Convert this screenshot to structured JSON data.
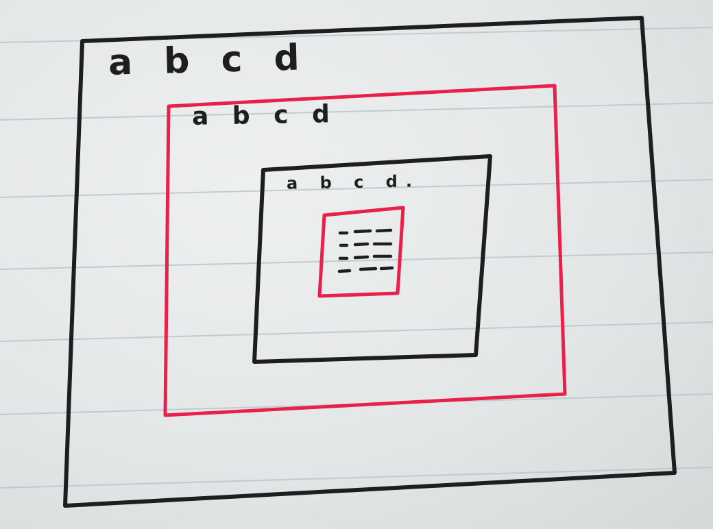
{
  "diagram": {
    "description": "hand-drawn nested boxes on ruled notebook paper",
    "colors": {
      "paper": "#e3e6e6",
      "ruled_line": "#b9c6cc",
      "black_ink": "#1e1e1e",
      "red_ink": "#e8204a"
    },
    "boxes": [
      {
        "id": "outer-black-box",
        "color": "black",
        "label": "a b c d"
      },
      {
        "id": "red-box",
        "color": "red",
        "label": "a b c d"
      },
      {
        "id": "inner-black-box",
        "color": "black",
        "label": "a b c d."
      },
      {
        "id": "innermost-red-box",
        "color": "red",
        "content": "dashed text lines",
        "dash_rows": 4
      }
    ]
  }
}
